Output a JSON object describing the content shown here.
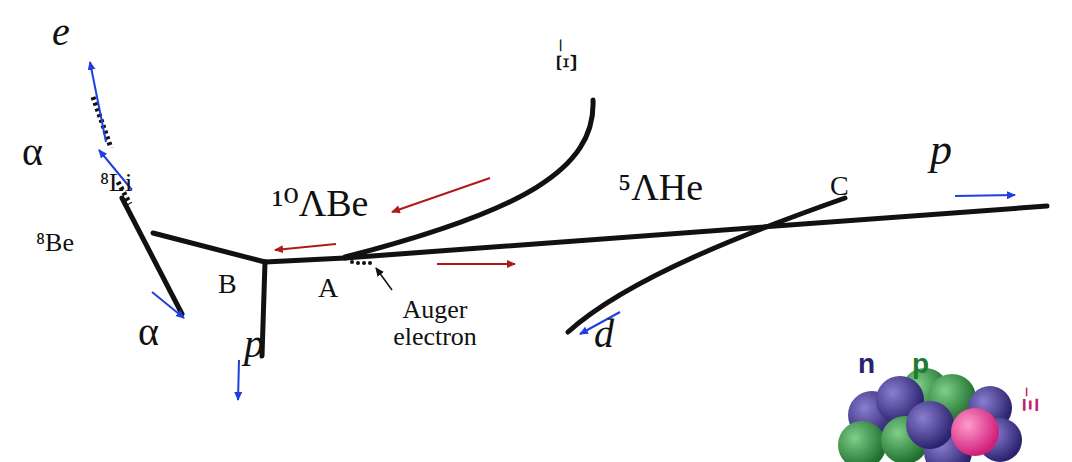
{
  "diagram": {
    "labels": [
      "e",
      "Ξ⁻",
      "p",
      "α",
      "⁸Li",
      "¹⁰ΛBe",
      "⁵ΛHe",
      "C",
      "⁸Be",
      "B",
      "A",
      "Auger electron",
      "α",
      "p",
      "d",
      "n",
      "p",
      "Ξ⁻"
    ]
  }
}
